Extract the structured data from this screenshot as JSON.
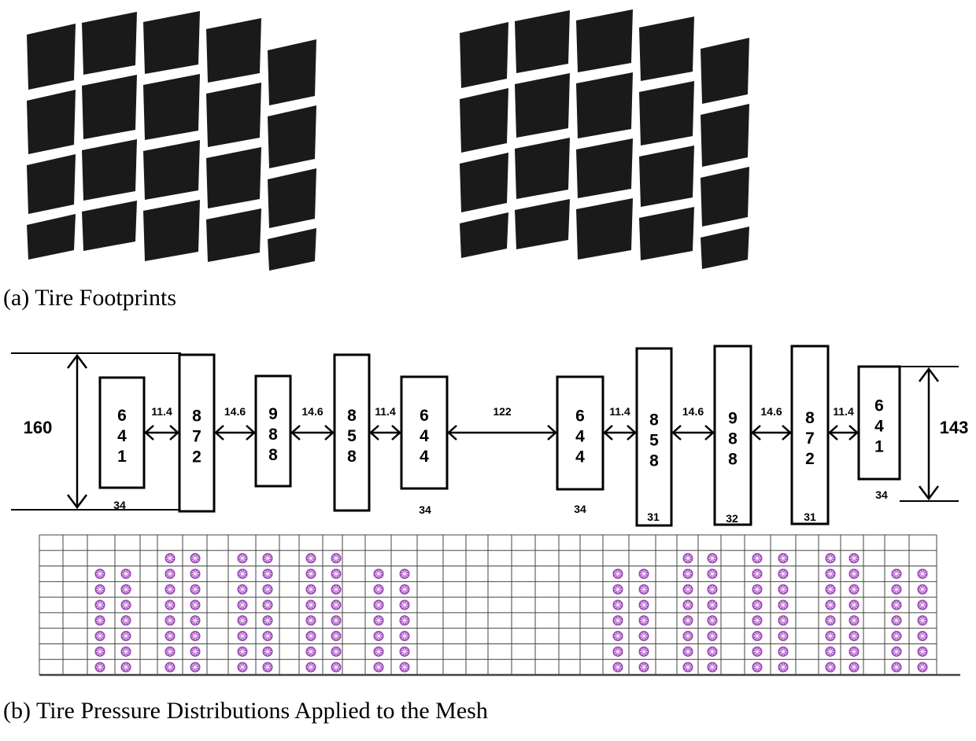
{
  "captions": {
    "a": "(a) Tire Footprints",
    "b": "(b) Tire Pressure Distributions Applied to the Mesh"
  },
  "heights": {
    "left": "160",
    "right": "143"
  },
  "left_tire": {
    "ribs": [
      {
        "digits": [
          "6",
          "4",
          "1"
        ],
        "width": "34"
      },
      {
        "digits": [
          "8",
          "7",
          "2"
        ],
        "width": ""
      },
      {
        "digits": [
          "9",
          "8",
          "8"
        ],
        "width": ""
      },
      {
        "digits": [
          "8",
          "5",
          "8"
        ],
        "width": ""
      },
      {
        "digits": [
          "6",
          "4",
          "4"
        ],
        "width": "34"
      }
    ],
    "gaps": [
      "11.4",
      "14.6",
      "14.6",
      "11.4"
    ]
  },
  "center_gap": "122",
  "right_tire": {
    "ribs": [
      {
        "digits": [
          "6",
          "4",
          "4"
        ],
        "width": "34"
      },
      {
        "digits": [
          "8",
          "5",
          "8"
        ],
        "width": "31"
      },
      {
        "digits": [
          "9",
          "8",
          "8"
        ],
        "width": "32"
      },
      {
        "digits": [
          "8",
          "7",
          "2"
        ],
        "width": "31"
      },
      {
        "digits": [
          "6",
          "4",
          "1"
        ],
        "width": "34"
      }
    ],
    "gaps": [
      "11.4",
      "14.6",
      "14.6",
      "11.4"
    ]
  },
  "colors": {
    "tread": "#1a1a1a",
    "node": "#b060c8",
    "grid": "#444444"
  }
}
